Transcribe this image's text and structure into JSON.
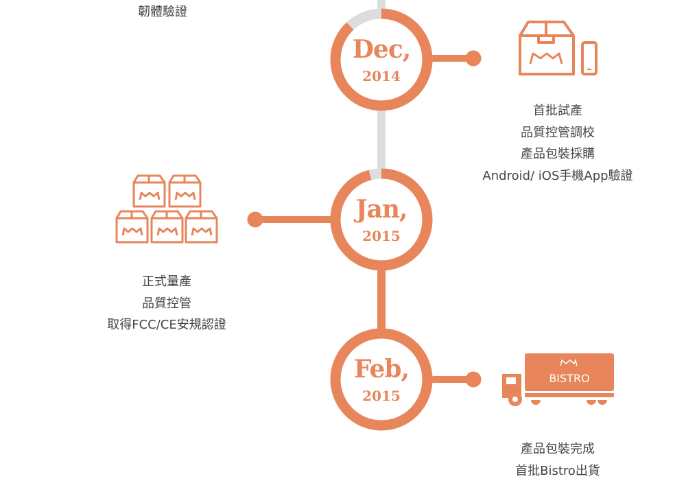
{
  "colors": {
    "accent": "#E8855A",
    "track": "#DDDDDD"
  },
  "milestones": [
    {
      "month": "Dec,",
      "year": "2014",
      "progress": 0.88,
      "icon": "box-phone-icon",
      "lines": [
        "首批試產",
        "品質控管調校",
        "產品包裝採購",
        "Android/ iOS手機App驗證"
      ]
    },
    {
      "month": "Jan,",
      "year": "2015",
      "progress": 0.96,
      "icon": "box-stack-icon",
      "lines": [
        "正式量產",
        "品質控管",
        "取得FCC/CE安規認證"
      ]
    },
    {
      "month": "Feb,",
      "year": "2015",
      "progress": 1.0,
      "icon": "truck-icon",
      "truck_label": "BISTRO",
      "lines": [
        "產品包裝完成",
        "首批Bistro出貨"
      ]
    }
  ],
  "top_text": "韌體驗證"
}
